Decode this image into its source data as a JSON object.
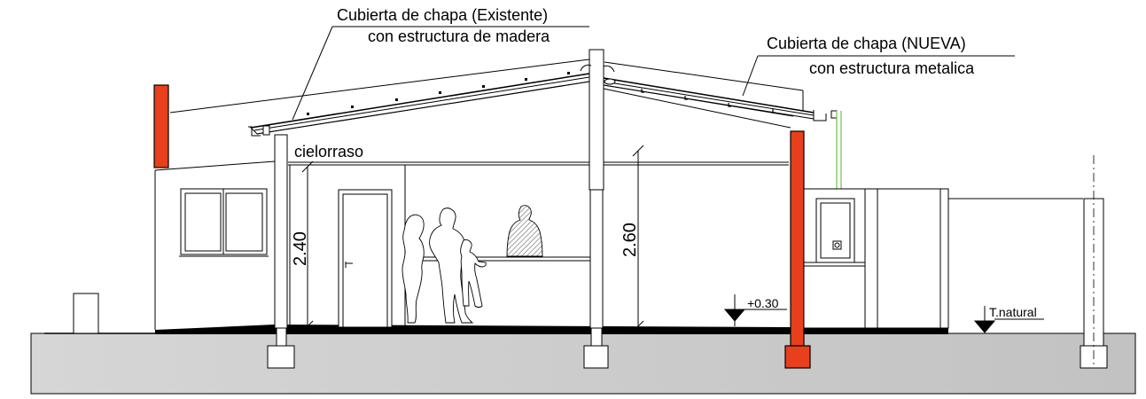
{
  "labels": {
    "existing_roof_line1": "Cubierta de chapa (Existente)",
    "existing_roof_line2": "con estructura de madera",
    "new_roof_line1": "Cubierta de chapa (NUEVA)",
    "new_roof_line2": "con estructura metalica",
    "ceiling": "cielorraso",
    "height_left": "2.40",
    "height_right": "2.60",
    "level_floor": "+0.30",
    "level_ground": "T.natural"
  },
  "colors": {
    "new_structure": "#e8401c",
    "ground_light": "#d8d8d8",
    "ground_dark": "#c4c4c4",
    "line": "#000000",
    "vent_pipe": "#6fbf4a",
    "figure_hatch": "#8a8a8a"
  }
}
